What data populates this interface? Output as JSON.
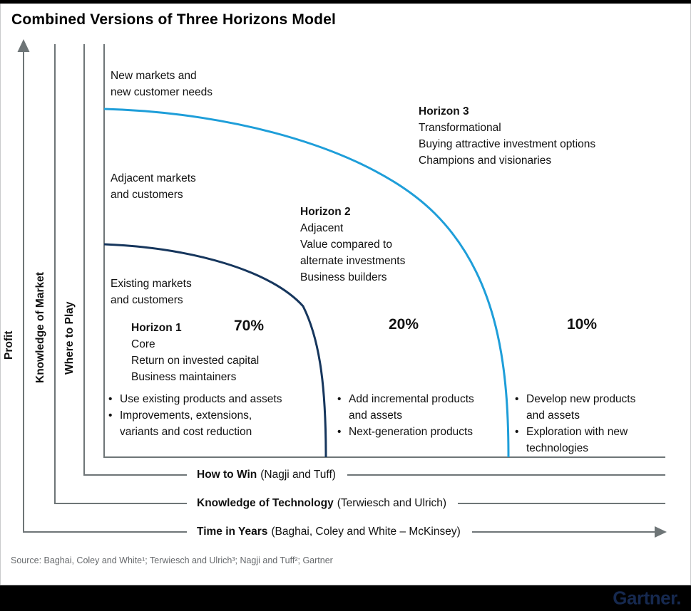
{
  "figure": {
    "title": "Combined Versions of Three Horizons Model",
    "source_line": "Source: Baghai, Coley and White¹; Terwiesch and Ulrich³; Nagji and Tuff²; Gartner",
    "brand": "Gartner."
  },
  "y_axes": {
    "profit": "Profit",
    "knowledge_of_market": "Knowledge of Market",
    "where_to_play": "Where to Play"
  },
  "x_axes": {
    "how_to_win": {
      "bold": "How to Win",
      "rest": "(Nagji and Tuff)"
    },
    "knowledge_of_technology": {
      "bold": "Knowledge of Technology",
      "rest": "(Terwiesch and Ulrich)"
    },
    "time_in_years": {
      "bold": "Time in Years",
      "rest": "(Baghai, Coley and White – McKinsey)"
    }
  },
  "regions": {
    "new_markets": "New markets and\nnew customer needs",
    "adjacent_markets": "Adjacent markets\nand customers",
    "existing_markets": "Existing markets\nand customers"
  },
  "horizons": {
    "h1": {
      "title": "Horizon 1",
      "body": "Core\nReturn on invested capital\nBusiness maintainers",
      "share": "70%"
    },
    "h2": {
      "title": "Horizon 2",
      "body": "Adjacent\nValue compared to\nalternate investments\nBusiness builders",
      "share": "20%"
    },
    "h3": {
      "title": "Horizon 3",
      "body": "Transformational\nBuying attractive investment options\nChampions and visionaries",
      "share": "10%"
    }
  },
  "bullets": {
    "h1": [
      "Use existing products and assets",
      "Improvements, extensions,\nvariants and cost reduction"
    ],
    "h2": [
      "Add incremental products\nand assets",
      "Next-generation products"
    ],
    "h3": [
      "Develop new products\nand assets",
      "Exploration with new\ntechnologies"
    ]
  },
  "colors": {
    "h1_curve": "#16365d",
    "h3_curve": "#1e9ed9",
    "axis": "#6e7577",
    "source_text": "#66696c",
    "logo_navy": "#16294f"
  }
}
